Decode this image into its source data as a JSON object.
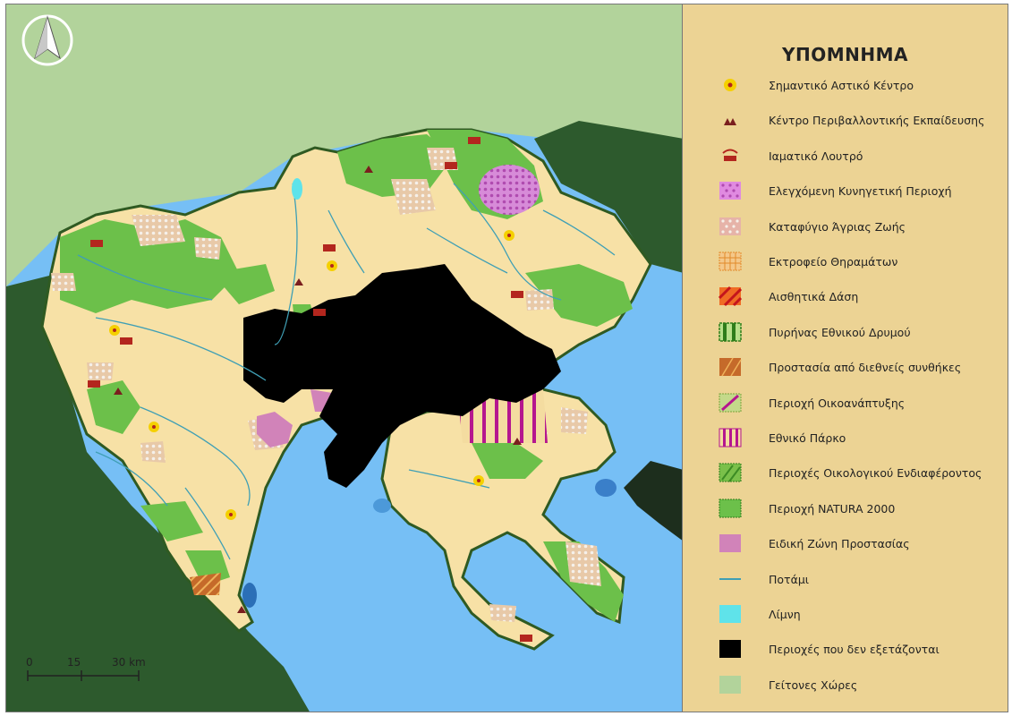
{
  "legend": {
    "title": "ΥΠΟΜΝΗΜΑ",
    "items": [
      {
        "label": "Σημαντικό Αστικό Κέντρο",
        "icon": "urban-center-icon"
      },
      {
        "label": "Κέντρο Περιβαλλοντικής Εκπαίδευσης",
        "icon": "env-education-icon"
      },
      {
        "label": "Ιαματικό Λουτρό",
        "icon": "thermal-bath-icon"
      },
      {
        "label": "Ελεγχόμενη Κυνηγετική Περιοχή",
        "icon": "hunting-area-swatch"
      },
      {
        "label": "Καταφύγιο Άγριας Ζωής",
        "icon": "wildlife-refuge-swatch"
      },
      {
        "label": "Εκτροφείο Θηραμάτων",
        "icon": "game-breeding-swatch"
      },
      {
        "label": "Αισθητικά Δάση",
        "icon": "aesthetic-forest-swatch"
      },
      {
        "label": "Πυρήνας Εθνικού Δρυμού",
        "icon": "national-forest-core-swatch"
      },
      {
        "label": "Προστασία από διεθνείς συνθήκες",
        "icon": "intl-protection-swatch"
      },
      {
        "label": "Περιοχή Οικοανάπτυξης",
        "icon": "eco-development-swatch"
      },
      {
        "label": "Εθνικό Πάρκο",
        "icon": "national-park-swatch"
      },
      {
        "label": "Περιοχές Οικολογικού Ενδιαφέροντος",
        "icon": "ecological-interest-swatch"
      },
      {
        "label": "Περιοχή NATURA 2000",
        "icon": "natura-2000-swatch"
      },
      {
        "label": "Ειδική Ζώνη Προστασίας",
        "icon": "special-protection-swatch"
      },
      {
        "label": "Ποτάμι",
        "icon": "river-line"
      },
      {
        "label": "Λίμνη",
        "icon": "lake-swatch"
      },
      {
        "label": "Περιοχές που δεν εξετάζονται",
        "icon": "excluded-area-swatch"
      },
      {
        "label": "Γείτονες Χώρες",
        "icon": "neighbor-countries-swatch"
      }
    ]
  },
  "scale": {
    "ticks": [
      "0",
      "15",
      "30 km"
    ]
  },
  "colors": {
    "study_area": "#f7e1a6",
    "natura": "#6cc04a",
    "dark_green": "#2d5a2d",
    "sea": "#76bff5",
    "neighbors": "#b2d39b",
    "excluded": "#000000",
    "river": "#3f9fb5",
    "legend_bg": "#ecd394",
    "urban_dot": "#f5d000",
    "icon_red": "#b3261e",
    "special_zone": "#d183b9",
    "hunting": "#e08ae0",
    "wildlife": "#e6b3a8"
  }
}
